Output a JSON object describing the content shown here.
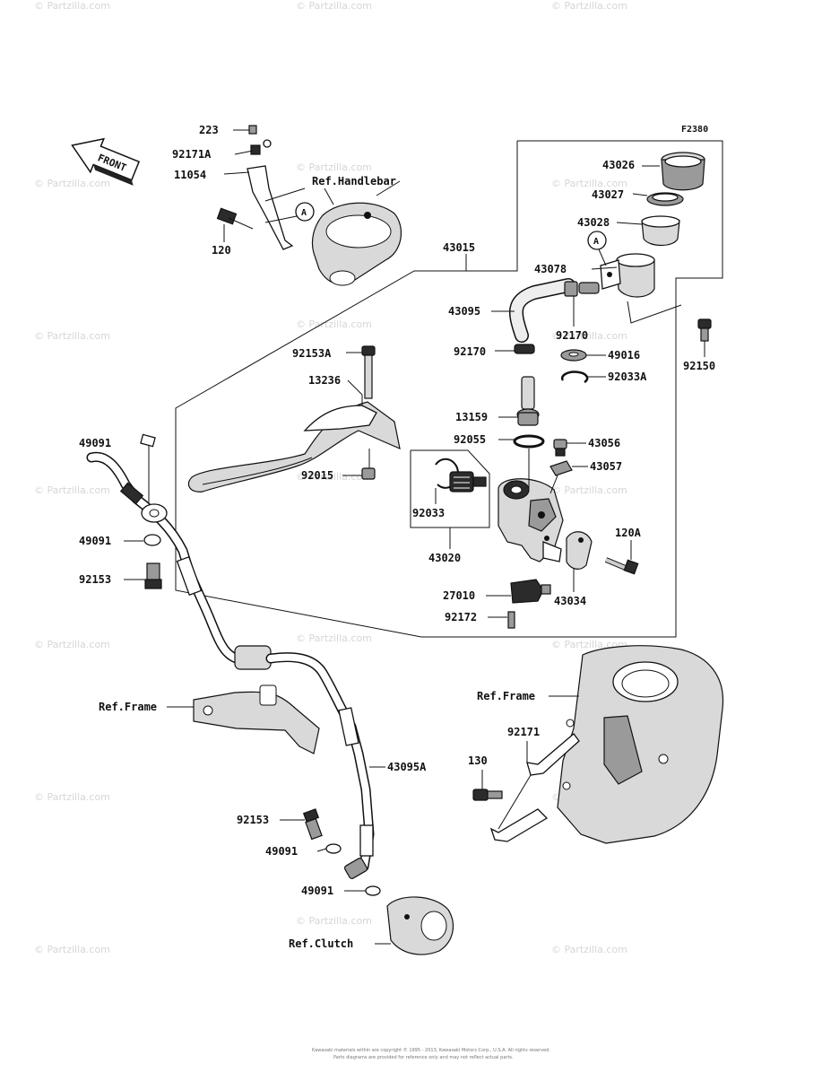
{
  "diagram": {
    "code": "F2380",
    "front_label": "FRONT",
    "callout_marker": "A",
    "watermark": "© Partzilla.com",
    "footer_lines": [
      "Kawasaki materials within are copyright © 1995 - 2013, Kawasaki Motors Corp., U.S.A. All rights reserved.",
      "Parts diagrams are provided for reference only and may not reflect actual parts."
    ],
    "parts": [
      "223",
      "92171A",
      "11054",
      "120",
      "Ref.Handlebar",
      "43015",
      "43026",
      "43027",
      "43028",
      "43078",
      "43095",
      "92170",
      "92150",
      "92153A",
      "13236",
      "92170",
      "49016",
      "92033A",
      "13159",
      "92055",
      "43056",
      "43057",
      "92015",
      "92033",
      "43020",
      "120A",
      "43034",
      "27010",
      "92172",
      "49091",
      "49091",
      "92153",
      "Ref.Frame",
      "Ref.Frame",
      "92171",
      "130",
      "43095A",
      "92153",
      "49091",
      "49091",
      "Ref.Clutch"
    ]
  }
}
